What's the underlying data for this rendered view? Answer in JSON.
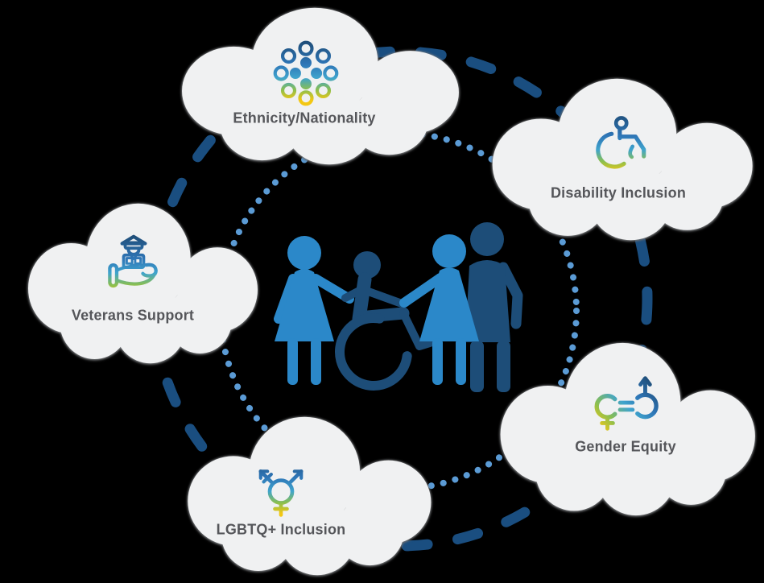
{
  "palette": {
    "background": "#000000",
    "cloud-fill": "#f0f1f2",
    "label-gray": "#55565a",
    "light-blue": "#2b88c9",
    "navy": "#1d4d78",
    "dash-navy": "#1a4e80",
    "dot-blue": "#5b9bd5",
    "icon-navy": "#1f4e79",
    "icon-blue": "#2e75b6",
    "icon-teal": "#3fa4cd",
    "icon-green": "#8bbf4e",
    "icon-yellow": "#f3c713"
  },
  "clouds": [
    {
      "id": "ethnicity",
      "label": "Ethnicity/Nationality",
      "icon": "people-network-icon"
    },
    {
      "id": "disability",
      "label": "Disability Inclusion",
      "icon": "wheelchair-icon"
    },
    {
      "id": "veterans",
      "label": "Veterans Support",
      "icon": "hand-holding-veteran-icon"
    },
    {
      "id": "gender",
      "label": "Gender Equity",
      "icon": "gender-equality-icon"
    },
    {
      "id": "lgbtq",
      "label": "LGBTQ+ Inclusion",
      "icon": "transgender-symbol-icon"
    }
  ],
  "rings": {
    "outer": {
      "style": "dashed",
      "color": "#1a4e80"
    },
    "inner": {
      "style": "dotted",
      "color": "#5b9bd5"
    }
  },
  "center_figures": {
    "name": "diverse-people-group",
    "colors": [
      "#2b88c9",
      "#1d4d78"
    ]
  }
}
